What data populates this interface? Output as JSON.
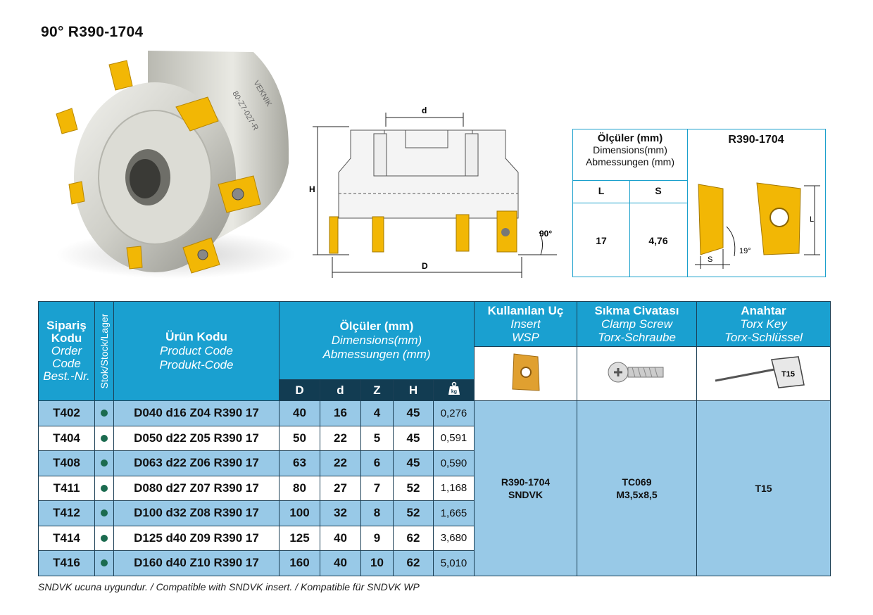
{
  "title": "90° R390-1704",
  "product_image": {
    "engraving": "80-Z7-027-R",
    "brand": "VEKNIK"
  },
  "drawing": {
    "label_d": "d",
    "label_H": "H",
    "label_D": "D",
    "label_angle": "90°"
  },
  "dim_box": {
    "header_left_l1": "Ölçüler (mm)",
    "header_left_l2": "Dimensions(mm)",
    "header_left_l3": "Abmessungen (mm)",
    "header_right": "R390-1704",
    "col_L": "L",
    "col_S": "S",
    "val_L": "17",
    "val_S": "4,76",
    "insert_label_L": "L",
    "insert_label_S": "S",
    "insert_label_angle": "19°"
  },
  "table": {
    "h_order_l1": "Sipariş",
    "h_order_l2": "Kodu",
    "h_order_l3": "Order",
    "h_order_l4": "Code",
    "h_order_l5": "Best.-Nr.",
    "h_stock": "Stok/Stock/Lager",
    "h_product_l1": "Ürün Kodu",
    "h_product_l2": "Product Code",
    "h_product_l3": "Produkt-Code",
    "h_dims_l1": "Ölçüler (mm)",
    "h_dims_l2": "Dimensions(mm)",
    "h_dims_l3": "Abmessungen (mm)",
    "h_insert_l1": "Kullanılan Uç",
    "h_insert_l2": "Insert",
    "h_insert_l3": "WSP",
    "h_screw_l1": "Sıkma Civatası",
    "h_screw_l2": "Clamp Screw",
    "h_screw_l3": "Torx-Schraube",
    "h_key_l1": "Anahtar",
    "h_key_l2": "Torx Key",
    "h_key_l3": "Torx-Schlüssel",
    "sub_D": "D",
    "sub_d": "d",
    "sub_Z": "Z",
    "sub_H": "H",
    "weight_icon_text": "kg",
    "torx_key_text": "T15",
    "rows": [
      {
        "order": "T402",
        "product": "D040 d16 Z04 R390 17",
        "D": "40",
        "d": "16",
        "Z": "4",
        "H": "45",
        "w": "0,276"
      },
      {
        "order": "T404",
        "product": "D050 d22 Z05 R390 17",
        "D": "50",
        "d": "22",
        "Z": "5",
        "H": "45",
        "w": "0,591"
      },
      {
        "order": "T408",
        "product": "D063 d22 Z06 R390 17",
        "D": "63",
        "d": "22",
        "Z": "6",
        "H": "45",
        "w": "0,590"
      },
      {
        "order": "T411",
        "product": "D080 d27 Z07 R390 17",
        "D": "80",
        "d": "27",
        "Z": "7",
        "H": "52",
        "w": "1,168"
      },
      {
        "order": "T412",
        "product": "D100 d32 Z08 R390 17",
        "D": "100",
        "d": "32",
        "Z": "8",
        "H": "52",
        "w": "1,665"
      },
      {
        "order": "T414",
        "product": "D125 d40 Z09 R390 17",
        "D": "125",
        "d": "40",
        "Z": "9",
        "H": "62",
        "w": "3,680"
      },
      {
        "order": "T416",
        "product": "D160 d40 Z10 R390 17",
        "D": "160",
        "d": "40",
        "Z": "10",
        "H": "62",
        "w": "5,010"
      }
    ],
    "insert_l1": "R390-1704",
    "insert_l2": "SNDVK",
    "screw_l1": "TC069",
    "screw_l2": "M3,5x8,5",
    "key": "T15"
  },
  "footnote": "SNDVK ucuna uygundur. / Compatible with SNDVK insert. / Kompatible für SNDVK WP",
  "colors": {
    "header_blue": "#1aa0d0",
    "dark_blue": "#123c52",
    "row_blue": "#98c9e7",
    "insert_gold": "#f2b705",
    "stock_green": "#1b6b4f"
  }
}
